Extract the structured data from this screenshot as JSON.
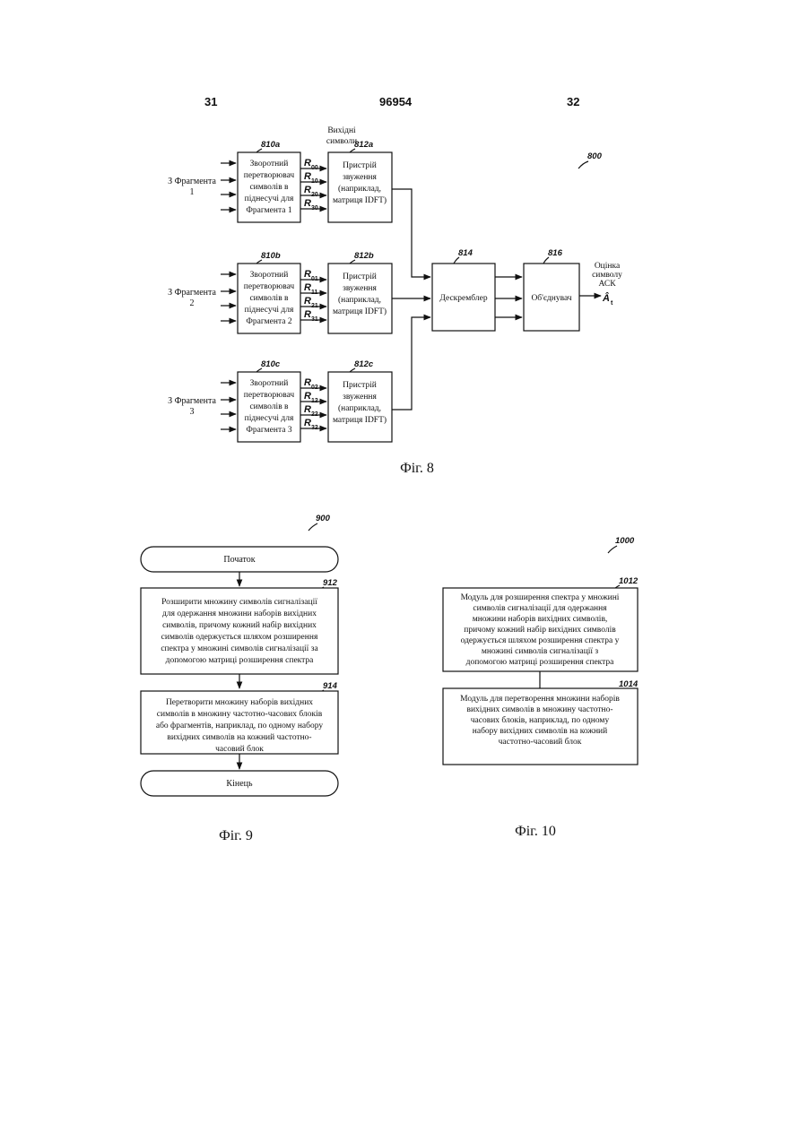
{
  "header": {
    "left_page": "31",
    "patent_number": "96954",
    "right_page": "32"
  },
  "fig8": {
    "ref": "800",
    "output_symbols_label": [
      "Вихідні",
      "символи"
    ],
    "fragments": [
      {
        "in_label": [
          "З Фрагмента",
          "1"
        ],
        "demap_ref": "810a",
        "demap_text": [
          "Зворотний",
          "перетворювач",
          "символів в",
          "піднесучі для",
          "Фрагмента 1"
        ],
        "r_labels": [
          [
            "R",
            "00"
          ],
          [
            "R",
            "10"
          ],
          [
            "R",
            "20"
          ],
          [
            "R",
            "30"
          ]
        ],
        "desp_ref": "812a",
        "desp_text": [
          "Пристрій",
          "звуження",
          "(наприклад,",
          "матриця IDFT)"
        ]
      },
      {
        "in_label": [
          "З Фрагмента",
          "2"
        ],
        "demap_ref": "810b",
        "demap_text": [
          "Зворотний",
          "перетворювач",
          "символів в",
          "піднесучі для",
          "Фрагмента 2"
        ],
        "r_labels": [
          [
            "R",
            "01"
          ],
          [
            "R",
            "11"
          ],
          [
            "R",
            "21"
          ],
          [
            "R",
            "31"
          ]
        ],
        "desp_ref": "812b",
        "desp_text": [
          "Пристрій",
          "звуження",
          "(наприклад,",
          "матриця IDFT)"
        ]
      },
      {
        "in_label": [
          "З Фрагмента",
          "3"
        ],
        "demap_ref": "810c",
        "demap_text": [
          "Зворотний",
          "перетворювач",
          "символів в",
          "піднесучі для",
          "Фрагмента 3"
        ],
        "r_labels": [
          [
            "R",
            "02"
          ],
          [
            "R",
            "12"
          ],
          [
            "R",
            "22"
          ],
          [
            "R",
            "32"
          ]
        ],
        "desp_ref": "812c",
        "desp_text": [
          "Пристрій",
          "звуження",
          "(наприклад,",
          "матриця IDFT)"
        ]
      }
    ],
    "descrambler": {
      "ref": "814",
      "label": "Дескремблер"
    },
    "combiner": {
      "ref": "816",
      "label": "Об'єднувач"
    },
    "output_label": [
      "Оцінка",
      "символу",
      "АСК"
    ],
    "output_symbol": "Â",
    "output_symbol_sub": "t",
    "caption": "Фіг. 8"
  },
  "fig9": {
    "ref": "900",
    "start": "Початок",
    "step1_ref": "912",
    "step1_text": [
      "Розширити множину символів сигналізації",
      "для одержання множини наборів вихідних",
      "символів, причому кожний набір вихідних",
      "символів одержується шляхом розширення",
      "спектра у множині символів сигналізації за",
      "допомогою матриці розширення спектра"
    ],
    "step2_ref": "914",
    "step2_text": [
      "Перетворити множину наборів вихідних",
      "символів в множину частотно-часових блоків",
      "або фрагментів, наприклад, по одному набору",
      "вихідних символів на кожний частотно-",
      "часовий блок"
    ],
    "end": "Кінець",
    "caption": "Фіг. 9"
  },
  "fig10": {
    "ref": "1000",
    "module1_ref": "1012",
    "module1_text": [
      "Модуль для розширення спектра у множині",
      "символів сигналізації для одержання",
      "множини наборів вихідних символів,",
      "причому кожний набір вихідних символів",
      "одержується шляхом розширення спектра у",
      "множині символів сигналізації з",
      "допомогою матриці розширення спектра"
    ],
    "module2_ref": "1014",
    "module2_text": [
      "Модуль для перетворення множини наборів",
      "вихідних символів в множину частотно-",
      "часових блоків, наприклад, по одному",
      "набору вихідних символів на кожний",
      "частотно-часовий блок"
    ],
    "caption": "Фіг. 10"
  }
}
